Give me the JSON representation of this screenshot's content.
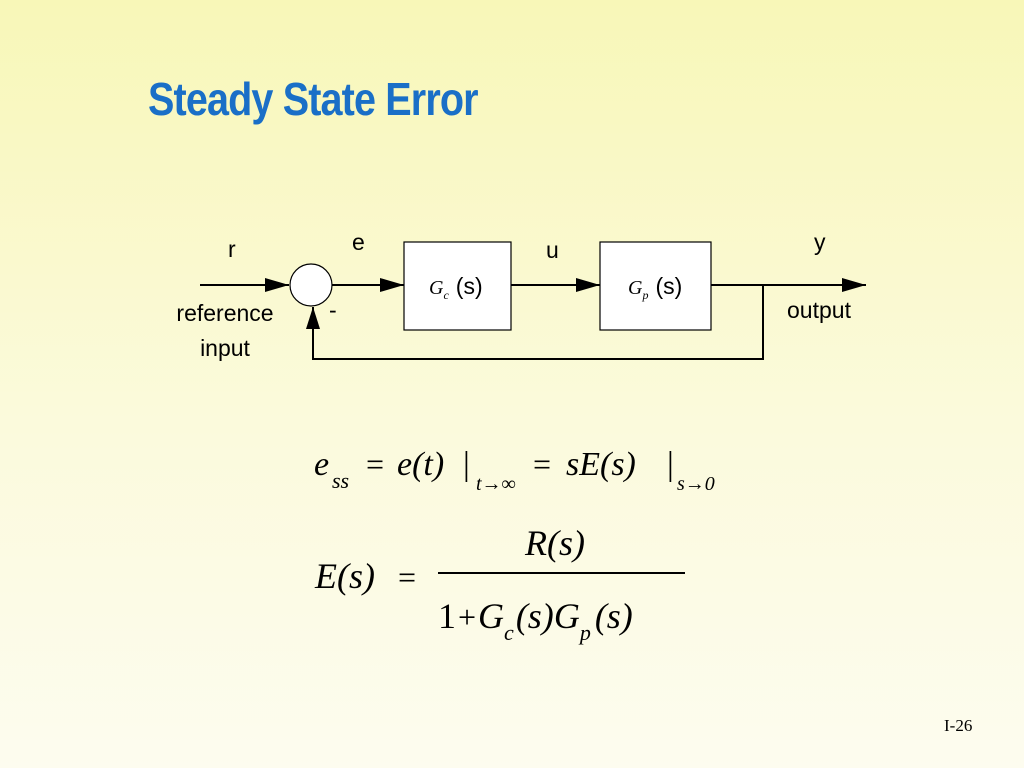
{
  "slide": {
    "title": "Steady State Error",
    "page_number": "I-26"
  },
  "diagram": {
    "signal_r": "r",
    "signal_e": "e",
    "signal_u": "u",
    "signal_y": "y",
    "reference_label_line1": "reference",
    "reference_label_line2": "input",
    "output_label": "output",
    "minus_sign": "-",
    "controller": {
      "symbol": "G",
      "subscript": "c",
      "arg": "(s)"
    },
    "plant": {
      "symbol": "G",
      "subscript": "p",
      "arg": "(s)"
    }
  },
  "equations": {
    "ess": {
      "lhs": "e",
      "lhs_sub": "ss",
      "eq1": "=",
      "et": "e(t)",
      "bar1": "|",
      "limit1": "t→∞",
      "eq2": "=",
      "sEs": "sE(s)",
      "bar2": "|",
      "limit2": "s→0"
    },
    "Es": {
      "lhs": "E(s)",
      "eq": "=",
      "numerator": "R(s)",
      "denom_one": "1",
      "denom_plus": "+",
      "denom_Gc": "G",
      "denom_c": "c",
      "denom_s1": "(s)",
      "denom_Gp": "G",
      "denom_p": "p",
      "denom_s2": "(s)"
    }
  }
}
